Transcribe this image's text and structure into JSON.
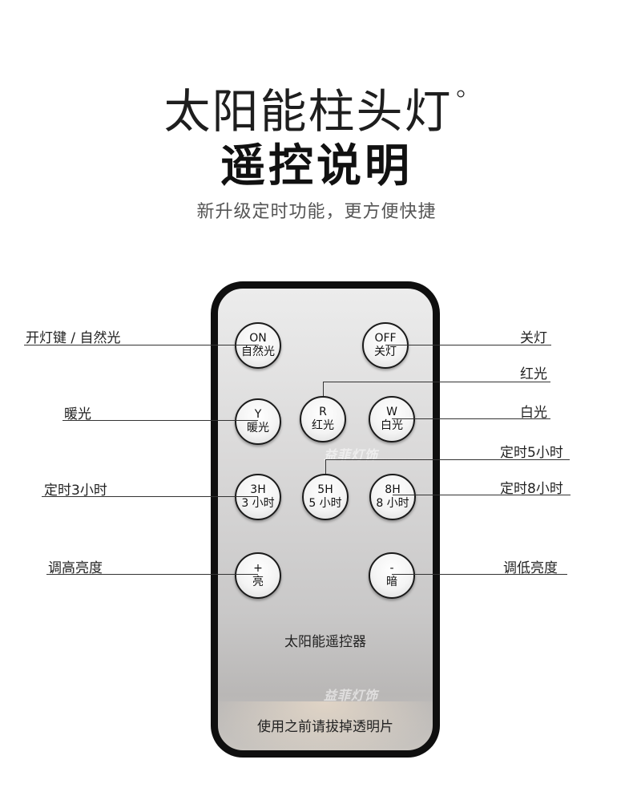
{
  "header": {
    "title": "太阳能柱头灯",
    "title_mark": "°",
    "title2": "遥控说明",
    "subtitle": "新升级定时功能，更方便快捷"
  },
  "remote": {
    "name": "太阳能遥控器",
    "note": "使用之前请拔掉透明片",
    "watermark": "益菲灯饰",
    "buttons": {
      "on": {
        "top": "ON",
        "bottom": "自然光"
      },
      "off": {
        "top": "OFF",
        "bottom": "关灯"
      },
      "y": {
        "top": "Y",
        "bottom": "暖光"
      },
      "r": {
        "top": "R",
        "bottom": "红光"
      },
      "w": {
        "top": "W",
        "bottom": "白光"
      },
      "h3": {
        "top": "3H",
        "bottom": "3 小时"
      },
      "h5": {
        "top": "5H",
        "bottom": "5 小时"
      },
      "h8": {
        "top": "8H",
        "bottom": "8 小时"
      },
      "up": {
        "top": "+",
        "bottom": "亮"
      },
      "down": {
        "top": "-",
        "bottom": "暗"
      }
    }
  },
  "labels": {
    "on": "开灯键 / 自然光",
    "off": "关灯",
    "red": "红光",
    "warm": "暖光",
    "white": "白光",
    "timer5": "定时5小时",
    "timer3": "定时3小时",
    "timer8": "定时8小时",
    "bright_up": "调高亮度",
    "bright_down": "调低亮度"
  },
  "colors": {
    "remote_body": "#0f0f0f",
    "remote_face": "#d7d6d6",
    "line": "#333333"
  }
}
